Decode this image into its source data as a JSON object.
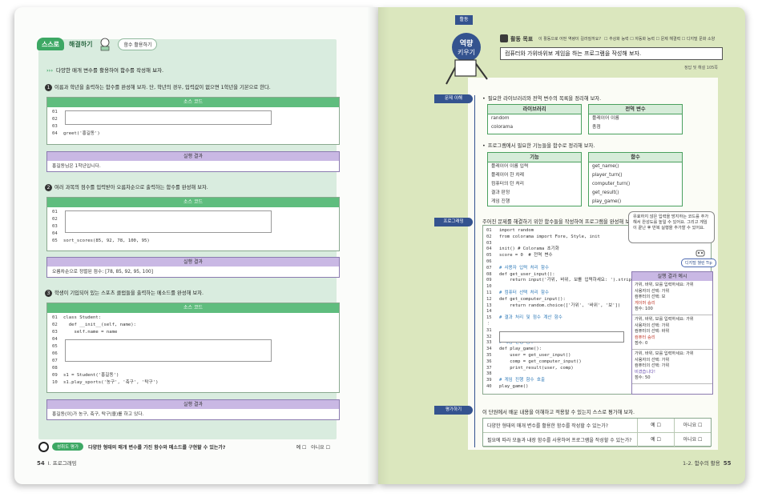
{
  "left": {
    "logo": "스스로",
    "section": "해결하기",
    "tag": "함수 활용하기",
    "intro": "다양한 매개 변수를 활용하여 함수를 작성해 보자.",
    "code_header": "소스 코드",
    "result_header": "실행 결과",
    "q1": {
      "num": "1",
      "text": "이름과 학년을 출력하는 함수를 완성해 보자. 단, 학년의 경우, 입력값이 없으면 1학년을 기본으로 한다.",
      "lines": [
        "01",
        "02",
        "03",
        "04"
      ],
      "code_04": "greet('홍길동')",
      "result": "홍길동님은 1학년입니다."
    },
    "q2": {
      "num": "2",
      "text": "여러 과목의 점수를 입력받아 오름차순으로 출력하는 함수를 완성해 보자.",
      "lines": [
        "01",
        "02",
        "03",
        "04",
        "05"
      ],
      "code_05": "sort_scores(85, 92, 78, 100, 95)",
      "result": "오름차순으로 정렬된 점수: [78, 85, 92, 95, 100]"
    },
    "q3": {
      "num": "3",
      "text": "학생이 기입되어 있는 스포츠 클럽들을 출력하는 메소드를 완성해 보자.",
      "lines": [
        "01",
        "02",
        "03",
        "04",
        "05",
        "06",
        "07",
        "08",
        "09",
        "10"
      ],
      "code_01": "class Student:",
      "code_02": "  def __init__(self, name):",
      "code_03": "    self.name = name",
      "code_09": "s1 = Student('홍길동')",
      "code_10": "s1.play_sports('농구', '축구', '탁구')",
      "result": "홍길동(이)가 농구, 축구, 탁구(을)를 하고 있다."
    },
    "self_check": {
      "badge": "성취도 평가",
      "text": "다양한 형태의 매개 변수를 가진 함수와 메소드를 구현할 수 있는가?",
      "yes": "예 ☐",
      "no": "아니요 ☐"
    },
    "page_no": "54",
    "page_label": "I. 프로그래밍"
  },
  "right": {
    "tag": "활동",
    "mascot_title_1": "역량",
    "mascot_title_2": "키우기",
    "goal_label": "활동 목표",
    "goal_question": "이 활동으로 어떤 역량이 길러질까요?",
    "goal_options": "☐ 추상화 능력  ☐ 자동화 능력  ☐ 문제 해결력  ☐ 디지털 문화 소양",
    "goal_text": "컴퓨터와 가위바위보 게임을 하는 프로그램을 작성해 보자.",
    "goal_note": "정답 및 해설 105쪽",
    "ribbon_1": "문제 이해",
    "ribbon_2": "프로그래밍",
    "ribbon_3": "평가하기",
    "lib_title": "필요한 라이브러리와 전역 변수의 목록을 정리해 보자.",
    "lib_header": "라이브러리",
    "libs": [
      "random",
      "colorama"
    ],
    "var_header": "전역 변수",
    "vars": [
      "플레이어 이름",
      "총점"
    ],
    "fn_title": "프로그램에서 필요한 기능들을 함수로 정리해 보자.",
    "fn_header_1": "기능",
    "features": [
      "플레이어 이름 입력",
      "플레이어 한 차례",
      "컴퓨터의 턴 처리",
      "결과 판정",
      "게임 진행"
    ],
    "fn_header_2": "함수",
    "functions": [
      "get_name()",
      "player_turn()",
      "computer_turn()",
      "get_result()",
      "play_game()"
    ],
    "prog_title": "주어진 문제를 해결하기 위한 함수들을 작성하여 프로그램을 완성해 보자.",
    "code": [
      {
        "n": "01",
        "t": "import random",
        "c": false
      },
      {
        "n": "02",
        "t": "from colorama import Fore, Style, init",
        "c": false
      },
      {
        "n": "03",
        "t": "",
        "c": false
      },
      {
        "n": "04",
        "t": "init() # Colorama 초기화",
        "c": false
      },
      {
        "n": "05",
        "t": "score = 0  # 전역 변수",
        "c": false
      },
      {
        "n": "06",
        "t": "",
        "c": false
      },
      {
        "n": "07",
        "t": "# 사용자 입력 처리 함수",
        "c": true
      },
      {
        "n": "08",
        "t": "def get_user_input():",
        "c": false
      },
      {
        "n": "09",
        "t": "    return input('가위, 바위, 보를 입력하세요: ').strip()",
        "c": false
      },
      {
        "n": "10",
        "t": "",
        "c": false
      },
      {
        "n": "11",
        "t": "# 컴퓨터 선택 처리 함수",
        "c": true
      },
      {
        "n": "12",
        "t": "def get_computer_input():",
        "c": false
      },
      {
        "n": "13",
        "t": "    return random.choice(['가위', '바위', '보'])",
        "c": false
      },
      {
        "n": "14",
        "t": "",
        "c": false
      },
      {
        "n": "15",
        "t": "# 결과 처리 및 점수 계산 함수",
        "c": true
      },
      {
        "n": "⋮",
        "t": "",
        "c": false
      },
      {
        "n": "31",
        "t": "",
        "c": false
      },
      {
        "n": "32",
        "t": "",
        "c": false
      },
      {
        "n": "33",
        "t": "# 게임 진행 함수",
        "c": true
      },
      {
        "n": "34",
        "t": "def play_game():",
        "c": false
      },
      {
        "n": "35",
        "t": "    user = get_user_input()",
        "c": false
      },
      {
        "n": "36",
        "t": "    comp = get_computer_input()",
        "c": false
      },
      {
        "n": "37",
        "t": "    print_result(user, comp)",
        "c": false
      },
      {
        "n": "38",
        "t": "",
        "c": false
      },
      {
        "n": "39",
        "t": "# 게임 진행 함수 호출",
        "c": true
      },
      {
        "n": "40",
        "t": "play_game()",
        "c": false
      }
    ],
    "speech": "유효하지 않은 입력을 방지하는 코드를 추가해서 완성도를 높일 수 있어요. 그리고 게임이 끝난 후 반복 실행을 추가할 수 있어요.",
    "tip": "디지털 챌린 Tip",
    "result_header": "실행 결과 예시",
    "result_blocks": [
      [
        "가위, 바위, 보를 입력하세요: 가위",
        "사용자의 선택: 가위",
        "컴퓨터의 선택: 보",
        "게이머 승리",
        "점수: 100"
      ],
      [
        "가위, 바위, 보를 입력하세요: 가위",
        "사용자의 선택: 가위",
        "컴퓨터의 선택: 바위",
        "컴퓨터 승리",
        "점수: 0"
      ],
      [
        "가위, 바위, 보를 입력하세요: 가위",
        "사용자의 선택: 가위",
        "컴퓨터의 선택: 가위",
        "비겼습니다!",
        "점수: 50"
      ]
    ],
    "eval_title": "이 단원에서 배운 내용을 이해하고 적용할 수 있는지 스스로 평가해 보자.",
    "eval_rows": [
      {
        "q": "다양한 형태의 매개 변수를 활용한 함수를 작성할 수 있는가?",
        "yes": "예 ☐",
        "no": "아니요 ☐"
      },
      {
        "q": "필요에 따라 모듈과 내장 함수를 사용하여 프로그램을 작성할 수 있는가?",
        "yes": "예 ☐",
        "no": "아니요 ☐"
      }
    ],
    "page_label": "1-2. 함수의 활용",
    "page_no": "55"
  }
}
